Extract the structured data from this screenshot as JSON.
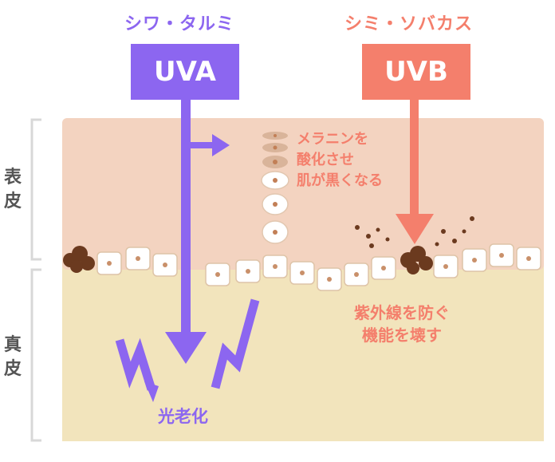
{
  "uva": {
    "effect": "シワ・タルミ",
    "label": "UVA",
    "color": "#8c66f0",
    "result": "光老化"
  },
  "uvb": {
    "effect": "シミ・ソバカス",
    "label": "UVB",
    "color": "#f47f6c",
    "melanin_line1": "メラニンを",
    "melanin_line2": "酸化させ",
    "melanin_line3": "肌が黒くなる",
    "result_line1": "紫外線を防ぐ",
    "result_line2": "機能を壊す"
  },
  "layers": {
    "epidermis": "表皮",
    "dermis": "真皮",
    "epidermis_color": "#f3d3c0",
    "dermis_color": "#f2e4bc"
  }
}
